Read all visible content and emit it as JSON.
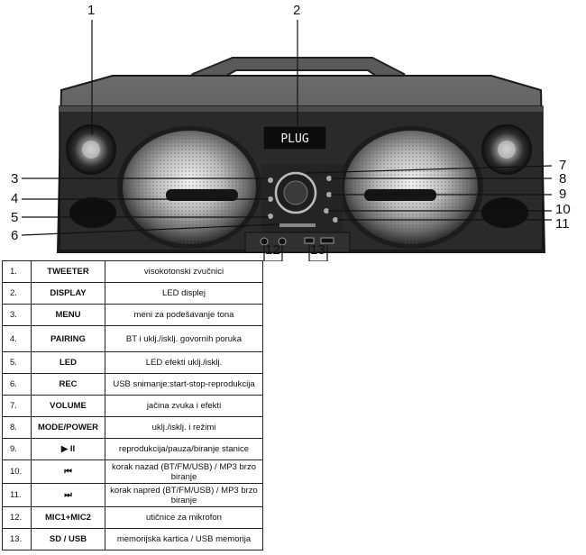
{
  "figure": {
    "display_text": "PLUG",
    "callouts": [
      "1",
      "2",
      "3",
      "4",
      "5",
      "6",
      "7",
      "8",
      "9",
      "10",
      "11",
      "12",
      "13"
    ]
  },
  "table": {
    "rows": [
      {
        "num": "1.",
        "name": "TWEETER",
        "desc": "visokotonski zvučnici"
      },
      {
        "num": "2.",
        "name": "DISPLAY",
        "desc": "LED displej"
      },
      {
        "num": "3.",
        "name": "MENU",
        "desc": "meni za podešavanje tona"
      },
      {
        "num": "4.",
        "name": "PAIRING",
        "desc": "BT i uklj./isklj. govornih poruka"
      },
      {
        "num": "5.",
        "name": "LED",
        "desc": "LED efekti uklj./isklj."
      },
      {
        "num": "6.",
        "name": "REC",
        "desc": "USB snimanje:start-stop-reprodukcija"
      },
      {
        "num": "7.",
        "name": "VOLUME",
        "desc": "jačina zvuka i efekti"
      },
      {
        "num": "8.",
        "name": "MODE/POWER",
        "desc": "uklj./isklj. i režimi"
      },
      {
        "num": "9.",
        "name": "▶ II",
        "desc": "reprodukcija/pauza/biranje stanice"
      },
      {
        "num": "10.",
        "name": "⏮",
        "desc": "korak nazad (BT/FM/USB) / MP3 brzo biranje"
      },
      {
        "num": "11.",
        "name": "⏭",
        "desc": "korak napred (BT/FM/USB) / MP3 brzo biranje"
      },
      {
        "num": "12.",
        "name": "MIC1+MIC2",
        "desc": "utičnice za mikrofon"
      },
      {
        "num": "13.",
        "name": "SD / USB",
        "desc": "memorijska kartica / USB memorija"
      }
    ]
  }
}
